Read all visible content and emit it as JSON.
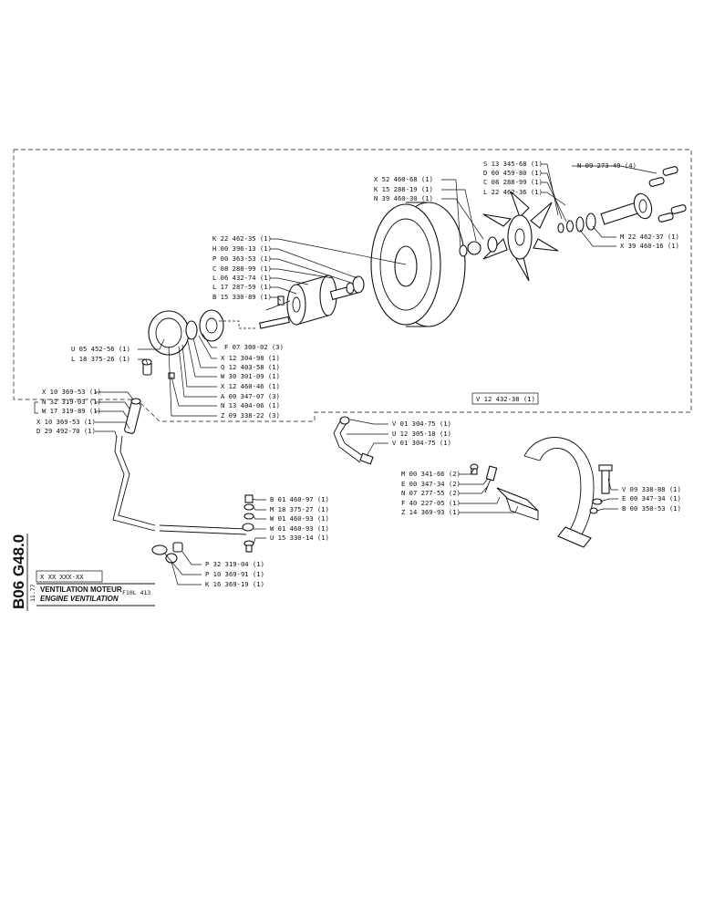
{
  "sheet": {
    "side_code": "B06 G48.0",
    "date_code": "11.77",
    "part_mask": "X XX XXX-XX",
    "title_fr": "VENTILATION MOTEUR",
    "title_en": "ENGINE VENTILATION",
    "engine": "F10L 413"
  },
  "labels": {
    "s13": "S 13 345-68 (1)",
    "d00": "D 00 459-80 (1)",
    "c08b": "C 08 288-99 (1)",
    "l22": "L 22 462-36 (1)",
    "n09": "N 09 273-49 (4)",
    "x52": "X 52 460-68 (1)",
    "k15": "K 15 288-19 (1)",
    "n39": "N 39 460-30 (1)",
    "m22": "M 22 462-37 (1)",
    "x39": "X 39 460-16 (1)",
    "k22": "K 22 462-35 (1)",
    "h00": "H 00 396-13 (1)",
    "p00": "P 00 363-53 (1)",
    "c08": "C 08 288-99 (1)",
    "l06": "L 06 432-74 (1)",
    "l17": "L 17 287-59 (1)",
    "b15": "B 15 330-89 (1)",
    "u05": "U 05 452-56 (1)",
    "l18": "L 18 375-26 (1)",
    "f07": "F 07 300-02 (3)",
    "x12a": "X 12 304-98 (1)",
    "q12": "Q 12 403-58 (1)",
    "w30": "W 30 301-09 (1)",
    "x12b": "X 12 460-46 (1)",
    "a00": "A 00 347-07 (3)",
    "n13": "N 13 404-06 (1)",
    "z09": "Z 09 338-22 (3)",
    "v12": "V 12 432-38 (1)",
    "x10a": "X 10 369-53 (1)",
    "n32": "N 32 319-03 (1)",
    "w17": "W 17 319-89 (1)",
    "x10b": "X 10 369-53 (1)",
    "d29": "D 29 492-70 (1)",
    "v01a": "V 01 304-75 (1)",
    "u12": "U 12 305-18 (1)",
    "v01b": "V 01 304-75 (1)",
    "m00": "M 00 341-66 (2)",
    "e00a": "E 00 347-34 (2)",
    "n07": "N 07 277-55 (2)",
    "f40": "F 40 227-05 (1)",
    "z14": "Z 14 369-93 (1)",
    "v09": "V 09 338-88 (1)",
    "e00b": "E 00 347-34 (1)",
    "b00": "B 00 350-53 (1)",
    "b01": "B 01 460-97 (1)",
    "m18": "M 18 375-27 (1)",
    "w01a": "W 01 460-93 (1)",
    "w01b": "W 01 460-93 (1)",
    "u15": "U 15 330-14 (1)",
    "p32": "P 32 319-04 (1)",
    "p10": "P 10 369-91 (1)",
    "k16": "K 16 369-19 (1)"
  }
}
